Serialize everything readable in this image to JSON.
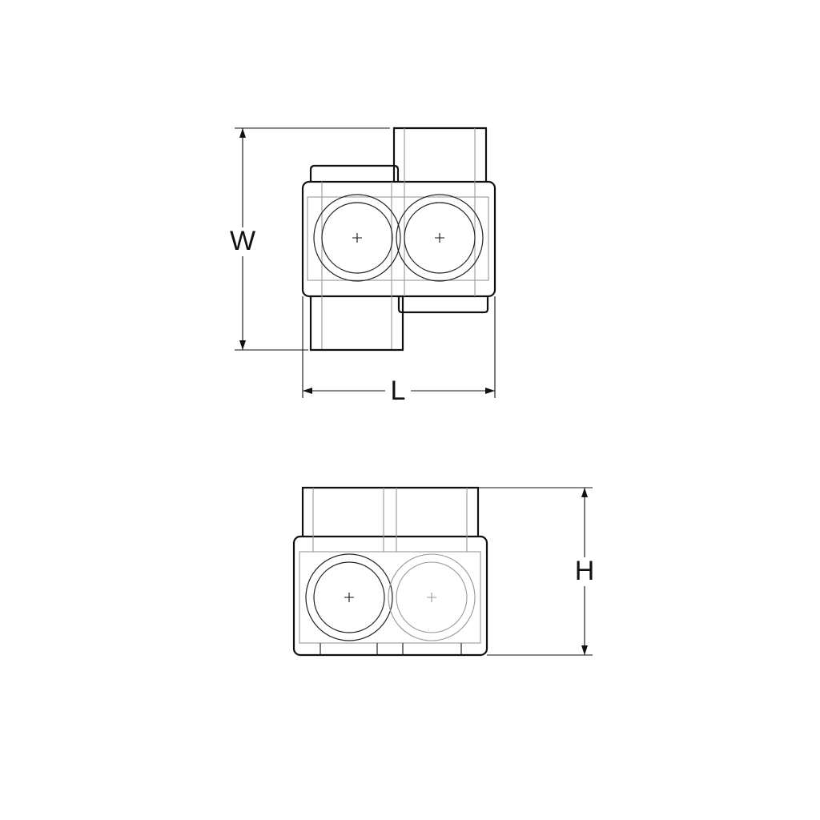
{
  "labels": {
    "width": "W",
    "length": "L",
    "height": "H"
  },
  "views": [
    "top-view",
    "front-view"
  ],
  "colors": {
    "outline": "#111111",
    "hidden": "#999999"
  }
}
